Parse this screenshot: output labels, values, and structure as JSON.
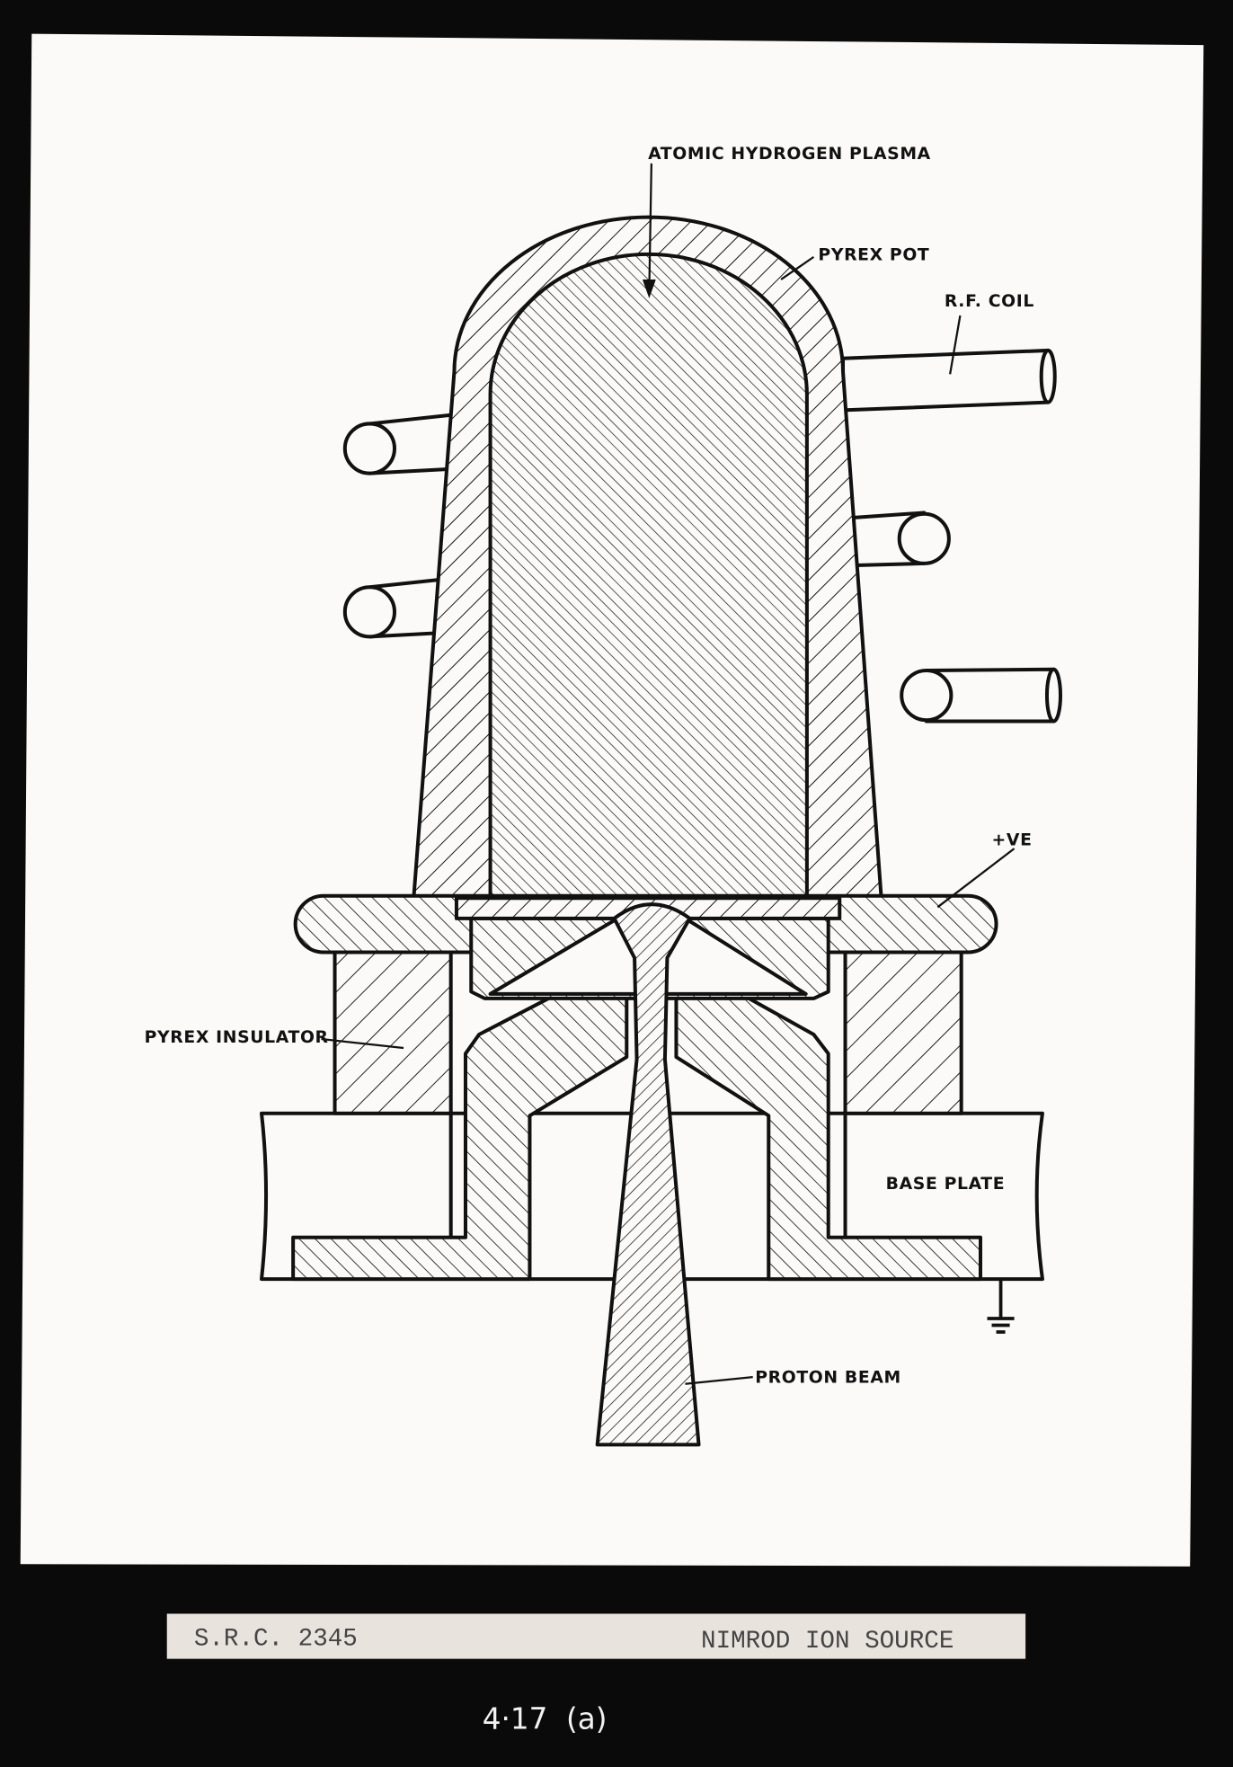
{
  "labels": {
    "plasma": "ATOMIC HYDROGEN PLASMA",
    "pot": "PYREX POT",
    "coil": "R.F. COIL",
    "positive": "+VE",
    "insulator": "PYREX INSULATOR",
    "base_plate": "BASE PLATE",
    "beam": "PROTON BEAM"
  },
  "caption": {
    "reference": "S.R.C. 2345",
    "title": "NIMROD ION SOURCE",
    "figure_number": "4·17  (a)"
  },
  "colors": {
    "paper": "#fbfaf8",
    "ink": "#111111",
    "strip": "#e9e3dd",
    "background": "#0b0a0a"
  }
}
